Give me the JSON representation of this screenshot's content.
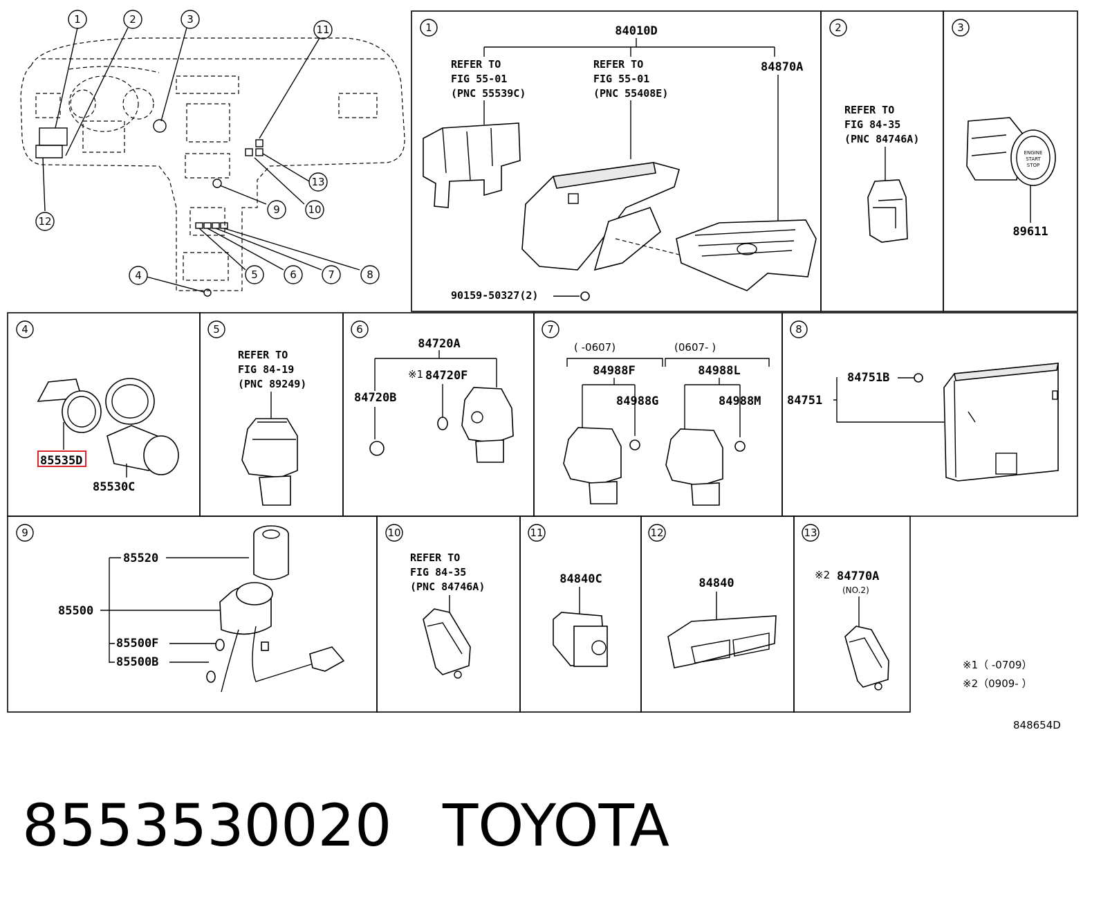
{
  "callouts": [
    "1",
    "2",
    "3",
    "4",
    "5",
    "6",
    "7",
    "8",
    "9",
    "10",
    "11",
    "12",
    "13"
  ],
  "panel1": {
    "top": "84010D",
    "refer_a": [
      "REFER TO",
      "FIG 55-01",
      "(PNC 55539C)"
    ],
    "refer_b": [
      "REFER TO",
      "FIG 55-01",
      "(PNC 55408E)"
    ],
    "part_right": "84870A",
    "screw": "90159-50327(2)"
  },
  "panel2": {
    "refer": [
      "REFER TO",
      "FIG 84-35",
      "(PNC 84746A)"
    ]
  },
  "panel3": {
    "part": "89611",
    "button_text": [
      "ENGINE",
      "START",
      "STOP"
    ]
  },
  "panel4": {
    "part_a": "85535D",
    "part_b": "85530C"
  },
  "panel5": {
    "refer": [
      "REFER TO",
      "FIG 84-19",
      "(PNC 89249)"
    ]
  },
  "panel6": {
    "top": "84720A",
    "mark": "※1",
    "part_f": "84720F",
    "part_b": "84720B"
  },
  "panel7": {
    "range_left": "(      -0607)",
    "range_right": "(0607-      )",
    "part_f": "84988F",
    "part_g": "84988G",
    "part_l": "84988L",
    "part_m": "84988M"
  },
  "panel8": {
    "part_b": "84751B",
    "part": "84751"
  },
  "panel9": {
    "p1": "85520",
    "p2": "85500",
    "p3": "85500F",
    "p4": "85500B"
  },
  "panel10": {
    "refer": [
      "REFER TO",
      "FIG 84-35",
      "(PNC 84746A)"
    ]
  },
  "panel11": {
    "part": "84840C"
  },
  "panel12": {
    "part": "84840"
  },
  "panel13": {
    "mark": "※2",
    "part": "84770A",
    "sub": "(NO.2)"
  },
  "notes": [
    "※1（      -0709）",
    "※2（0909-      ）"
  ],
  "figure_code": "848654D",
  "caption": {
    "part_number": "8553530020",
    "brand": "TOYOTA"
  },
  "highlight_color": "#d9262c"
}
